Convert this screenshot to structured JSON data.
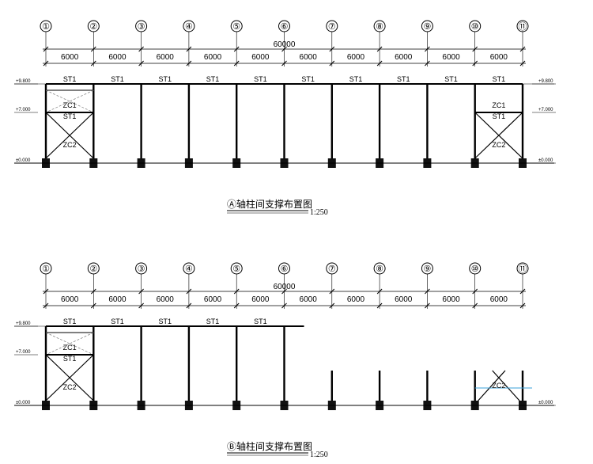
{
  "drawings": [
    {
      "axes": [
        "①",
        "②",
        "③",
        "④",
        "⑤",
        "⑥",
        "⑦",
        "⑧",
        "⑨",
        "⑩",
        "⑪"
      ],
      "total_dim": "60000",
      "bay_dims": [
        "6000",
        "6000",
        "6000",
        "6000",
        "6000",
        "6000",
        "6000",
        "6000",
        "6000",
        "6000"
      ],
      "strut_labels": [
        "ST1",
        "ST1",
        "ST1",
        "ST1",
        "ST1",
        "ST1",
        "ST1",
        "ST1",
        "ST1",
        "ST1"
      ],
      "brace_left": {
        "upper": "ZC1",
        "mid": "ST1",
        "lower": "ZC2"
      },
      "brace_right": {
        "upper": "ZC1",
        "mid": "ST1",
        "lower": "ZC2"
      },
      "elev_left": {
        "top": "+9.800",
        "mid": "+7.000",
        "bottom": "±0.000"
      },
      "elev_right": {
        "top": "+9.800",
        "mid": "+7.000",
        "bottom": "±0.000"
      },
      "title": "Ⓐ轴柱间支撑布置图",
      "scale": "1:250"
    },
    {
      "axes": [
        "①",
        "②",
        "③",
        "④",
        "⑤",
        "⑥",
        "⑦",
        "⑧",
        "⑨",
        "⑩",
        "⑪"
      ],
      "total_dim": "60000",
      "bay_dims": [
        "6000",
        "6000",
        "6000",
        "6000",
        "6000",
        "6000",
        "6000",
        "6000",
        "6000",
        "6000"
      ],
      "strut_labels": [
        "ST1",
        "ST1",
        "ST1",
        "ST1",
        "ST1"
      ],
      "brace_left": {
        "upper": "ZC1",
        "mid": "ST1",
        "lower": "ZC2"
      },
      "brace_right": {
        "lower": "ZC2"
      },
      "elev_left": {
        "top": "+9.800",
        "mid": "+7.000",
        "bottom": "±0.000"
      },
      "elev_right": {
        "bottom": "±0.000"
      },
      "title": "Ⓑ轴柱间支撑布置图",
      "scale": "1:250"
    }
  ]
}
